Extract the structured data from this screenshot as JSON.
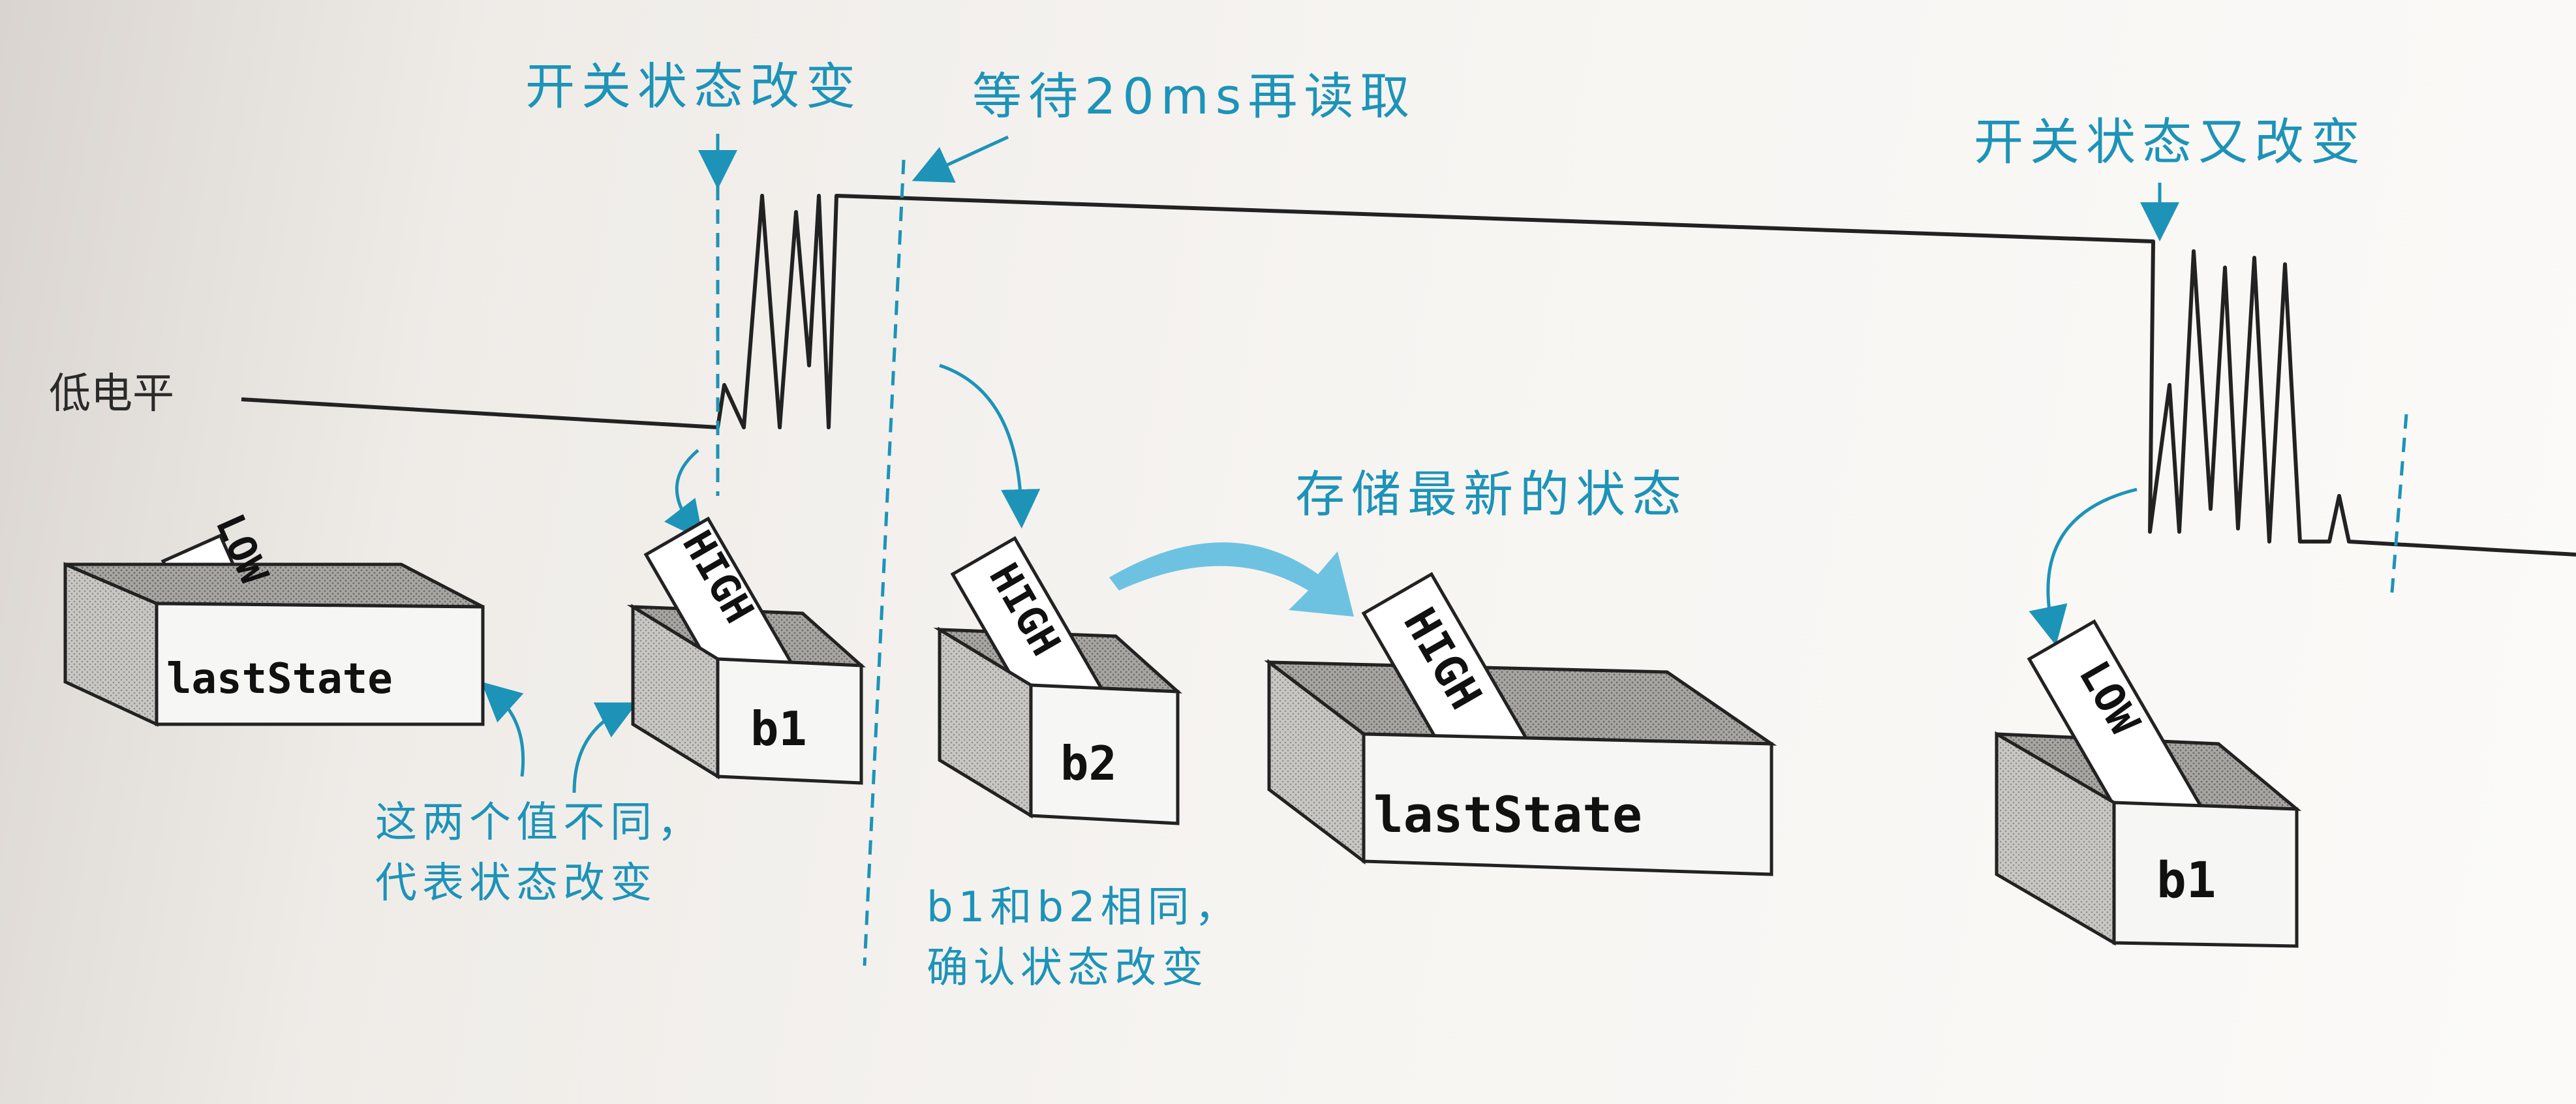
{
  "labels": {
    "low_level": "低电平",
    "switch_changed": "开关状态改变",
    "wait_20ms": "等待20ms再读取",
    "switch_changed_again": "开关状态又改变",
    "store_latest": "存储最新的状态",
    "values_differ_line1": "这两个值不同，",
    "values_differ_line2": "代表状态改变",
    "b1_b2_same_line1": "b1和b2相同，",
    "b1_b2_same_line2": "确认状态改变"
  },
  "boxes": {
    "laststate_left": {
      "name": "lastState",
      "card": "LOW"
    },
    "b1_first": {
      "name": "b1",
      "card": "HIGH"
    },
    "b2": {
      "name": "b2",
      "card": "HIGH"
    },
    "laststate_right": {
      "name": "lastState",
      "card": "HIGH"
    },
    "b1_second": {
      "name": "b1",
      "card": "LOW"
    }
  },
  "colors": {
    "annotation": "#1d93b8",
    "signal": "#222222",
    "box_front": "#f6f6f4",
    "box_side": "#cfcdc9",
    "box_inside": "#a9a7a3",
    "arrow_fill": "#56b8de"
  }
}
